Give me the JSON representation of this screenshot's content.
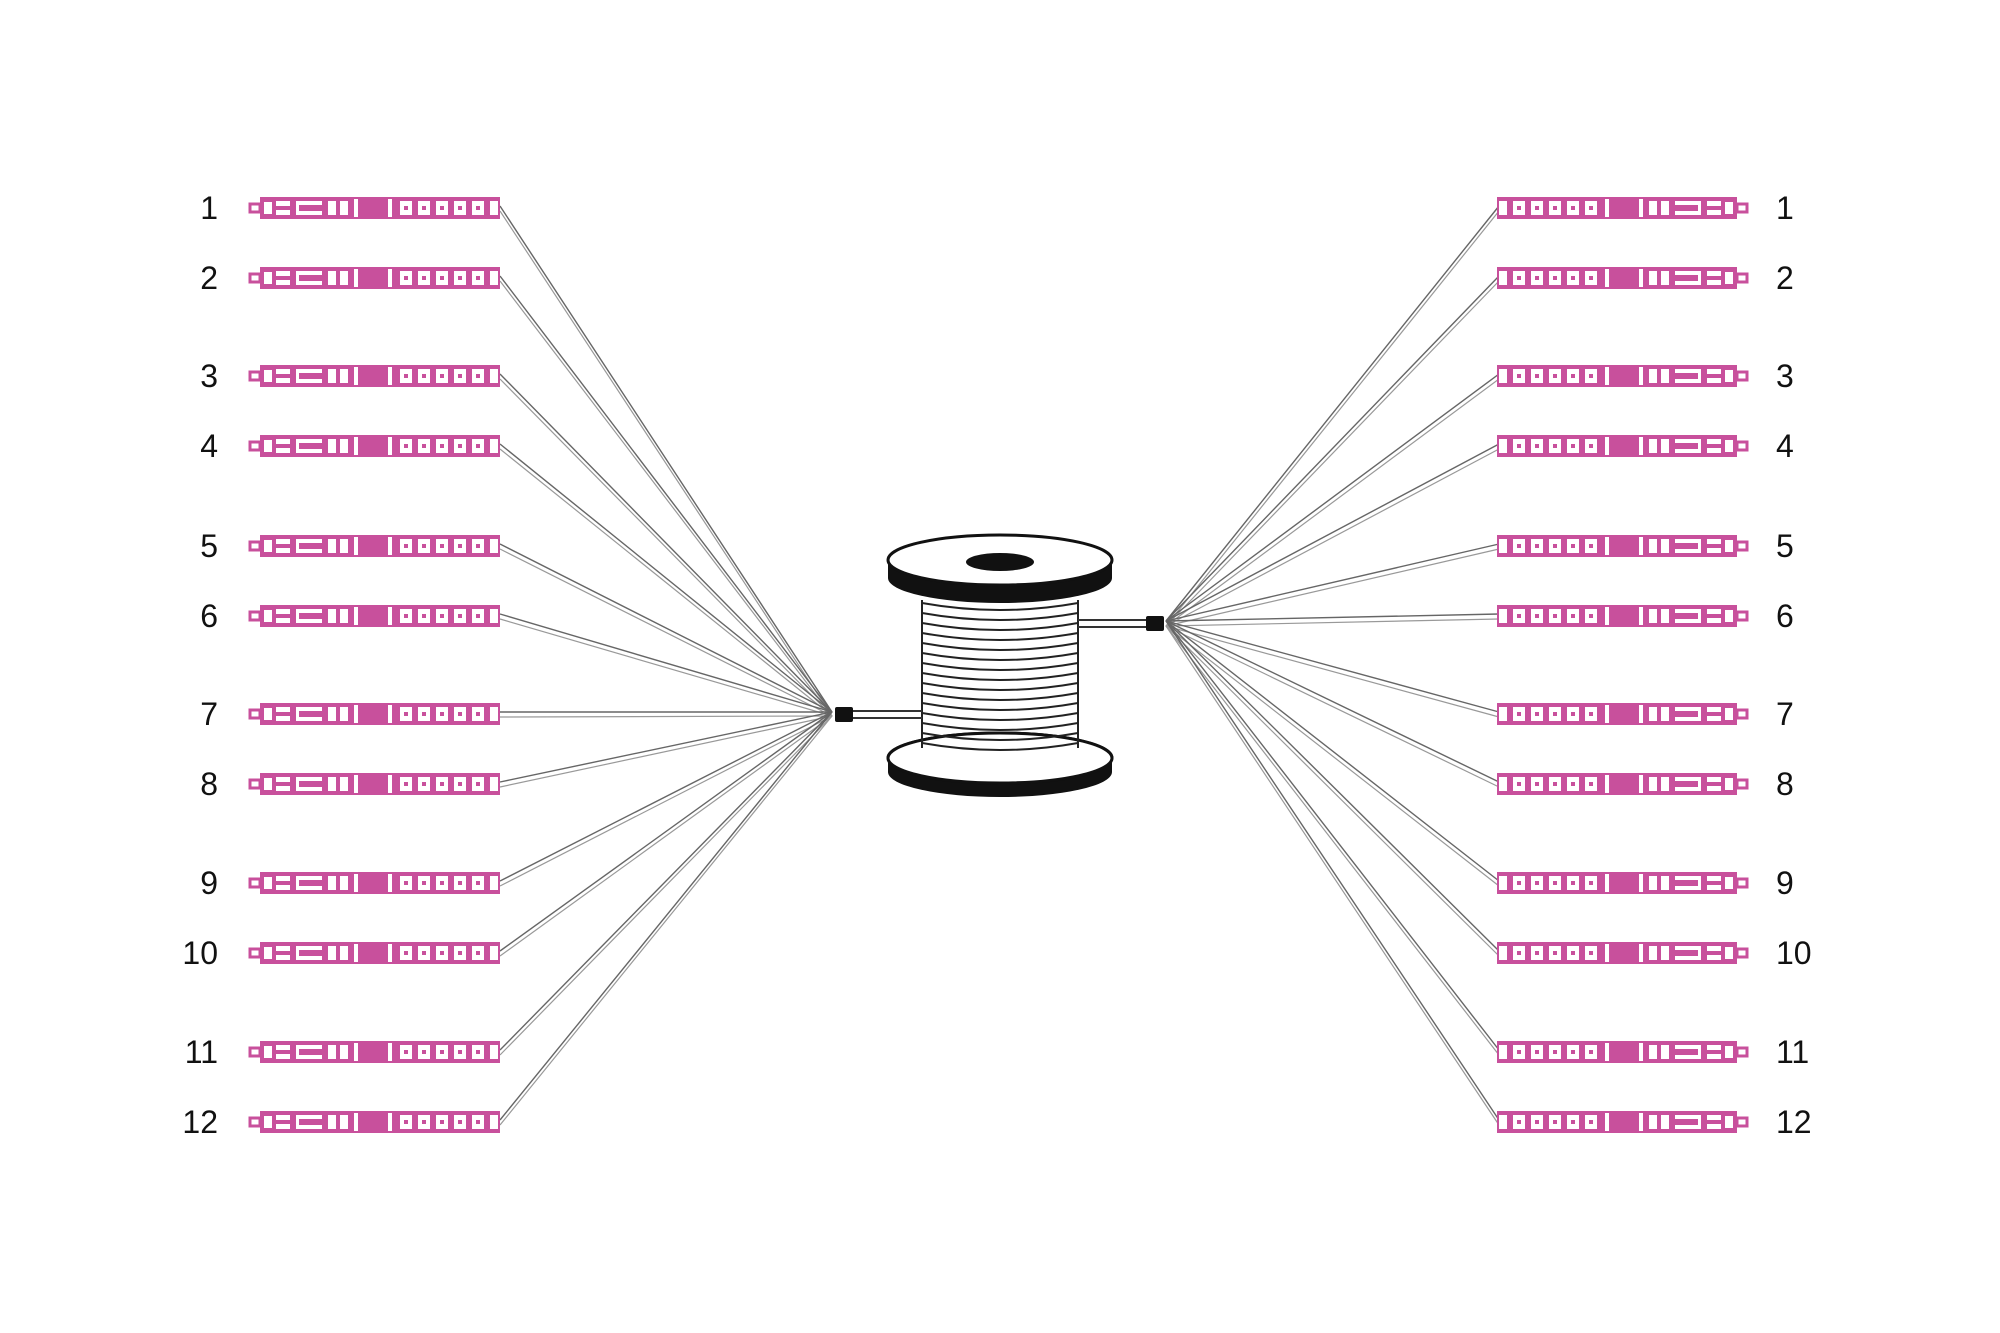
{
  "diagram": {
    "left_ports": [
      "1",
      "2",
      "3",
      "4",
      "5",
      "6",
      "7",
      "8",
      "9",
      "10",
      "11",
      "12"
    ],
    "right_ports": [
      "1",
      "2",
      "3",
      "4",
      "5",
      "6",
      "7",
      "8",
      "9",
      "10",
      "11",
      "12"
    ],
    "connector_color": "#c8509c",
    "fiber_color": "#777777",
    "spool_color": "#111111",
    "connector_icon": "fiber-connector-icon",
    "spool_icon": "cable-spool-icon"
  }
}
